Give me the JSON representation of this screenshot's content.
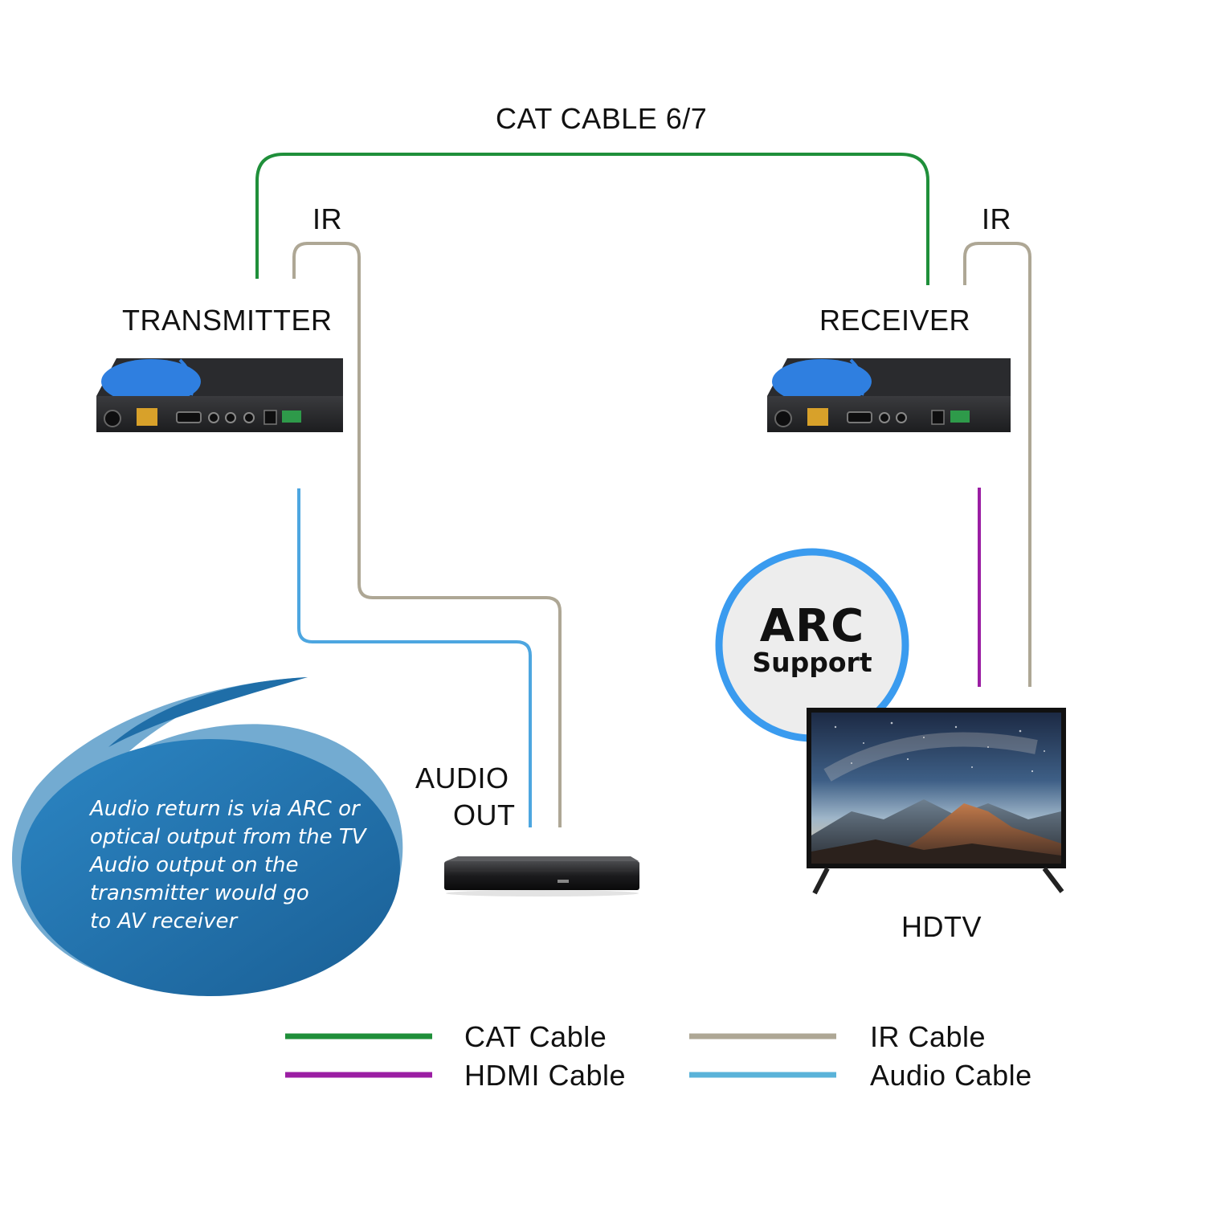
{
  "labels": {
    "cat_cable": "CAT CABLE 6/7",
    "ir_left": "IR",
    "ir_right": "IR",
    "transmitter": "TRANSMITTER",
    "receiver": "RECEIVER",
    "audio_out_line1": "AUDIO",
    "audio_out_line2": "OUT",
    "hdtv": "HDTV"
  },
  "arc_badge": {
    "main": "ARC",
    "sub": "Support"
  },
  "note": {
    "lines": [
      "Audio return is via ARC or",
      "optical output from the TV",
      "Audio output on the",
      "transmitter would go",
      "to AV receiver"
    ]
  },
  "legend": [
    {
      "label": "CAT Cable",
      "color": "#1f8f3a"
    },
    {
      "label": "IR Cable",
      "color": "#aea795"
    },
    {
      "label": "HDMI Cable",
      "color": "#9b1ea3"
    },
    {
      "label": "Audio Cable",
      "color": "#5ab3d9"
    }
  ],
  "colors": {
    "cat": "#1f8f3a",
    "ir": "#aea795",
    "hdmi": "#9b1ea3",
    "audio": "#4da6e0",
    "note_bubble": "#1f78b4",
    "arc_ring": "#3a9bef"
  }
}
